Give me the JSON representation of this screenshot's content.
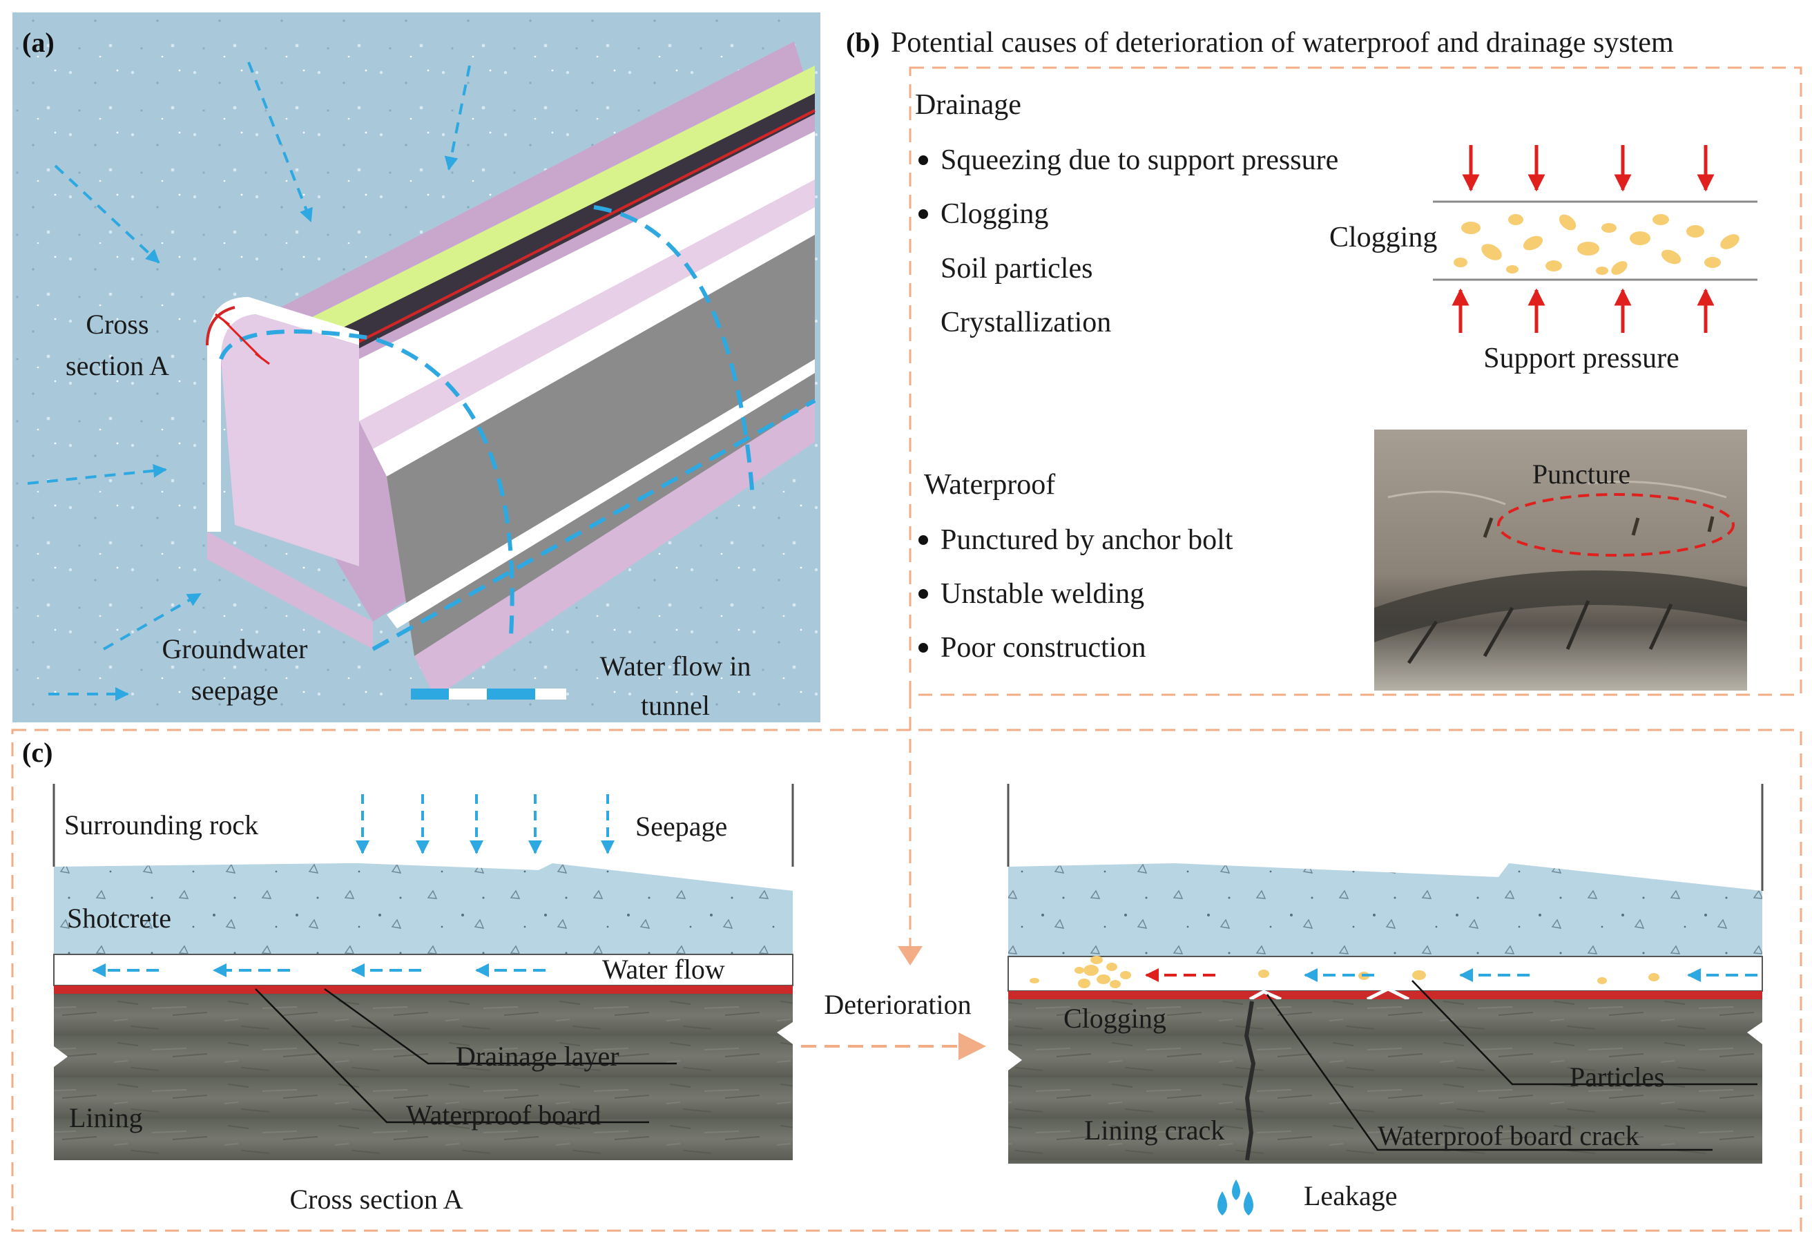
{
  "panel_a": {
    "label": "(a)",
    "cross_section": [
      "Cross",
      "section A"
    ],
    "groundwater": [
      "Groundwater",
      "seepage"
    ],
    "water_flow": [
      "Water flow in",
      "tunnel"
    ]
  },
  "panel_b": {
    "label": "(b)",
    "title": "Potential causes of deterioration of waterproof and drainage system",
    "drainage_heading": "Drainage",
    "drainage_items": [
      "Squeezing due to support pressure",
      "Clogging",
      "Soil particles",
      "Crystallization"
    ],
    "clogging_label": "Clogging",
    "support_pressure_label": "Support pressure",
    "waterproof_heading": "Waterproof",
    "waterproof_items": [
      "Punctured by anchor bolt",
      "Unstable welding",
      "Poor construction"
    ],
    "puncture_label": "Puncture"
  },
  "panel_c": {
    "label": "(c)",
    "surrounding_rock": "Surrounding rock",
    "seepage": "Seepage",
    "shotcrete": "Shotcrete",
    "water_flow": "Water flow",
    "drainage_layer": "Drainage layer",
    "waterproof_board": "Waterproof board",
    "lining": "Lining",
    "cross_section_caption": "Cross section A",
    "deterioration": "Deterioration",
    "clogging": "Clogging",
    "particles": "Particles",
    "lining_crack": "Lining crack",
    "waterproof_board_crack": "Waterproof board crack",
    "leakage": "Leakage"
  },
  "colors": {
    "seepage_blue": "#2ea8e0",
    "rock_bg": "#a9c9db",
    "shotcrete": "#b6d3e1",
    "waterproof_red": "#cc2a2a",
    "lining_gray": "#6d6f63",
    "tunnel_pink": "#d7b8d9",
    "tunnel_green": "#d8f28c",
    "dash_orange": "#f5b18a",
    "particle_yellow": "#f7cd72"
  },
  "icons": [
    "force-arrow-icon",
    "flow-arrow-icon",
    "water-drop-icon",
    "clog-particle-icon"
  ]
}
